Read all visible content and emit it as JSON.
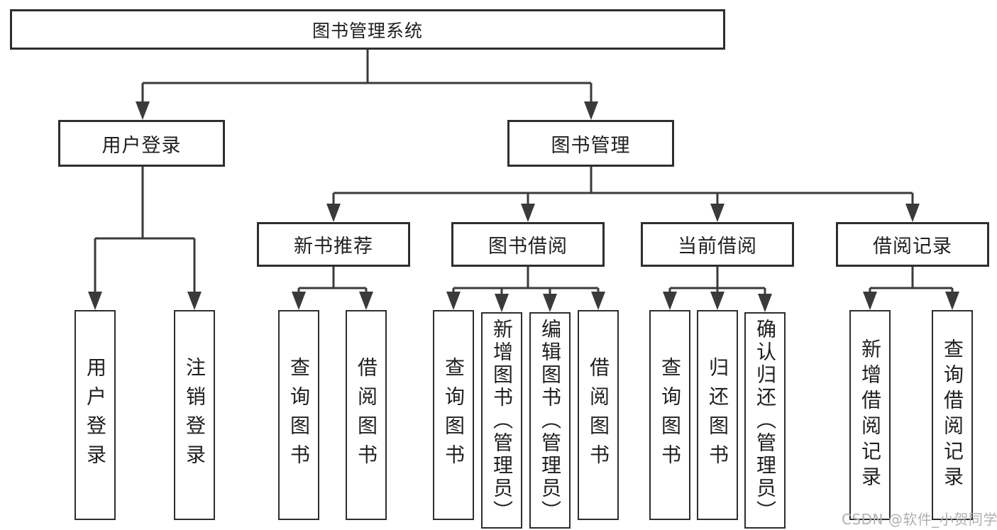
{
  "colors": {
    "background": "#ffffff",
    "line": "#3a3a3a",
    "box_border": "#2e2e2e",
    "text": "#1f1f1f",
    "watermark": "#b0b0b0"
  },
  "watermark": "CSDN @软件_小贺同学",
  "tree": {
    "root": "图书管理系统",
    "user_branch": {
      "label": "用户登录",
      "leaves": [
        "用户登录",
        "注销登录"
      ]
    },
    "mgmt_branch": {
      "label": "图书管理",
      "groups": [
        {
          "label": "新书推荐",
          "leaves": [
            "查询图书",
            "借阅图书"
          ]
        },
        {
          "label": "图书借阅",
          "leaves": [
            "查询图书",
            "新增图书（管理员）",
            "编辑图书（管理员）",
            "借阅图书"
          ]
        },
        {
          "label": "当前借阅",
          "leaves": [
            "查询图书",
            "归还图书",
            "确认归还（管理员）"
          ]
        },
        {
          "label": "借阅记录",
          "leaves": [
            "新增借阅记录",
            "查询借阅记录"
          ]
        }
      ]
    }
  }
}
